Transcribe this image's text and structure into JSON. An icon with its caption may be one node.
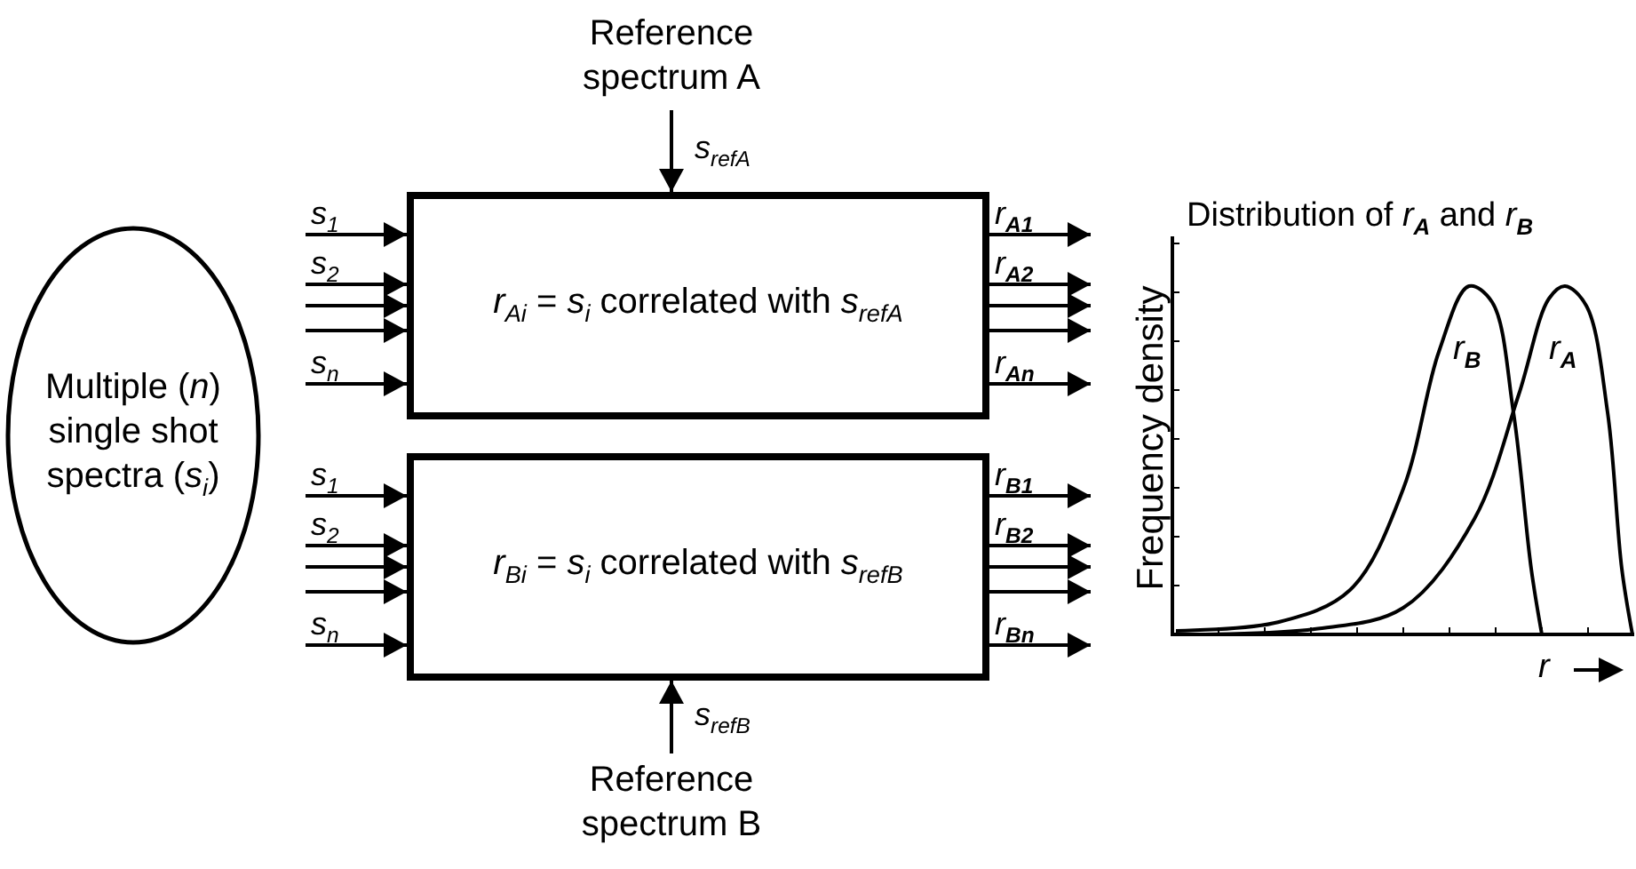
{
  "diagram": {
    "nodes": [
      {
        "text": [
          "Multiple (*n*) single shot spectra (*s*$_{i}$)"
        ]
      },
      {
        "text": [
          "Reference spectrum A"
        ]
      },
      {
        "text": [
          "*r*$_{Ai}$ = *s*$_{i}$ correlated with *s*$_{refA}$"
        ]
      },
      {
        "text": [
          "*r*$_{Bi}$ = *s*$_{i}$ correlated with *s*$_{refB}$"
        ]
      },
      {
        "text": [
          "Reference spectrum B"
        ]
      }
    ],
    "edges": [
      {
        "from": 1,
        "to": 2,
        "arrow": "to",
        "label": "*s*$_{refA}$"
      },
      {
        "from": null,
        "to": 2,
        "arrow": "to",
        "label": "*s*$_{1}$"
      },
      {
        "from": null,
        "to": 2,
        "arrow": "to",
        "label": "*s*$_{2}$"
      },
      {
        "from": null,
        "to": 2,
        "arrow": "to"
      },
      {
        "from": null,
        "to": 2,
        "arrow": "to"
      },
      {
        "from": null,
        "to": 2,
        "arrow": "to",
        "label": "*s*$_{n}$"
      },
      {
        "from": 2,
        "to": null,
        "arrow": "to",
        "label": "*r*$_{A1}$"
      },
      {
        "from": 2,
        "to": null,
        "arrow": "to",
        "label": "*r*$_{A2}$"
      },
      {
        "from": 2,
        "to": null,
        "arrow": "to"
      },
      {
        "from": 2,
        "to": null,
        "arrow": "to"
      },
      {
        "from": 2,
        "to": null,
        "arrow": "to",
        "label": "*r*$_{An}$"
      },
      {
        "from": null,
        "to": 3,
        "arrow": "to",
        "label": "*s*$_{1}$"
      },
      {
        "from": null,
        "to": 3,
        "arrow": "to",
        "label": "*s*$_{2}$"
      },
      {
        "from": null,
        "to": 3,
        "arrow": "to"
      },
      {
        "from": null,
        "to": 3,
        "arrow": "to"
      },
      {
        "from": null,
        "to": 3,
        "arrow": "to",
        "label": "*s*$_{n}$"
      },
      {
        "from": 3,
        "to": null,
        "arrow": "to",
        "label": "*r*$_{B1}$"
      },
      {
        "from": 3,
        "to": null,
        "arrow": "to",
        "label": "*r*$_{B2}$"
      },
      {
        "from": 3,
        "to": null,
        "arrow": "to"
      },
      {
        "from": 3,
        "to": null,
        "arrow": "to"
      },
      {
        "from": 3,
        "to": null,
        "arrow": "to",
        "label": "*r*$_{Bn}$"
      },
      {
        "from": 4,
        "to": 3,
        "arrow": "to",
        "label": "*s*$_{refB}$"
      }
    ],
    "labels": [
      "Distribution of *r*$_{A}$ and *r*$_{B}$",
      "Frequency density",
      "*r*$_{B}$",
      "*r*$_{A}$",
      "*r*"
    ]
  }
}
